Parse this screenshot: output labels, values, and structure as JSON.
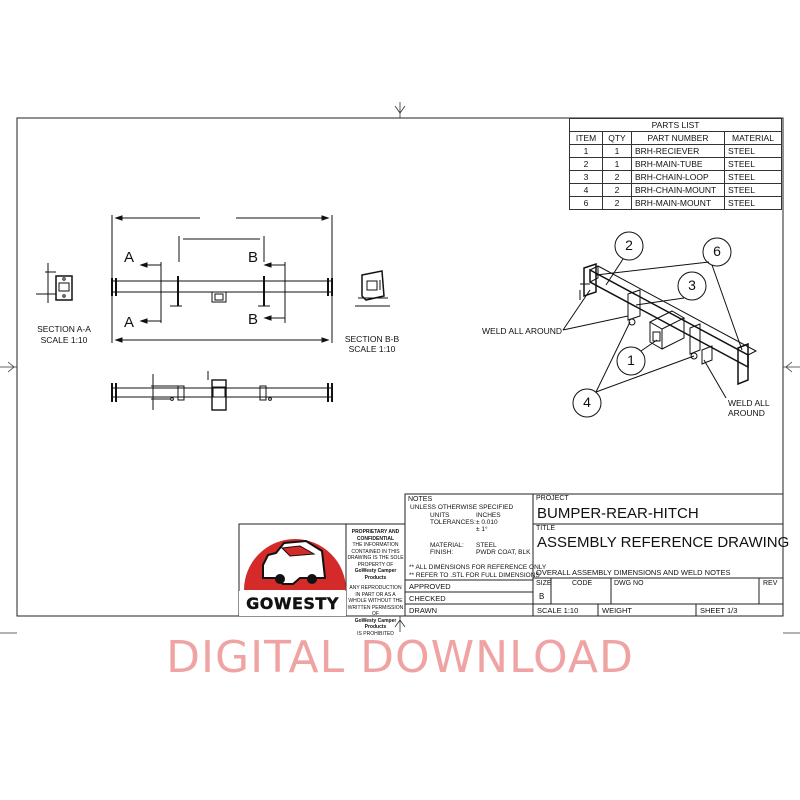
{
  "parts_list": {
    "title": "PARTS LIST",
    "headers": [
      "ITEM",
      "QTY",
      "PART NUMBER",
      "MATERIAL"
    ],
    "rows": [
      [
        "1",
        "1",
        "BRH-RECIEVER",
        "STEEL"
      ],
      [
        "2",
        "1",
        "BRH-MAIN-TUBE",
        "STEEL"
      ],
      [
        "3",
        "2",
        "BRH-CHAIN-LOOP",
        "STEEL"
      ],
      [
        "4",
        "2",
        "BRH-CHAIN-MOUNT",
        "STEEL"
      ],
      [
        "6",
        "2",
        "BRH-MAIN-MOUNT",
        "STEEL"
      ]
    ]
  },
  "views": {
    "section_aa_title": "SECTION A-A",
    "section_aa_scale": "SCALE 1:10",
    "section_bb_title": "SECTION B-B",
    "section_bb_scale": "SCALE 1:10",
    "marker_a": "A",
    "marker_b": "B"
  },
  "iso": {
    "balloons": [
      "2",
      "6",
      "3",
      "1",
      "4"
    ],
    "weld_all_around": "WELD ALL AROUND",
    "weld_all": "WELD ALL",
    "around": "AROUND"
  },
  "notes": {
    "title": "NOTES",
    "line1": "UNLESS OTHERWISE SPECIFIED",
    "units_label": "UNITS",
    "units_value": "INCHES",
    "tolerances_label": "TOLERANCES:",
    "tol1": "± 0.010",
    "tol2": "± 1°",
    "material_label": "MATERIAL:",
    "material_value": "STEEL",
    "finish_label": "FINISH:",
    "finish_value": "PWDR COAT, BLK",
    "ref1": "** ALL DIMENSIONS FOR REFERENCE ONLY",
    "ref2": "** REFER TO .STL FOR FULL DIMENSIONS"
  },
  "title_block": {
    "project_label": "PROJECT",
    "project": "BUMPER-REAR-HITCH",
    "title_label": "TITLE",
    "title": "ASSEMBLY REFERENCE DRAWING",
    "subtitle": "OVERALL ASSEMBLY DIMENSIONS AND WELD NOTES",
    "size_label": "SIZE",
    "size": "B",
    "code_label": "CODE",
    "dwg_label": "DWG NO",
    "rev_label": "REV",
    "scale": "SCALE  1:10",
    "weight": "WEIGHT",
    "sheet": "SHEET  1/3",
    "approved": "APPROVED",
    "checked": "CHECKED",
    "drawn": "DRAWN"
  },
  "proprietary": {
    "title": "PROPRIETARY AND CONFIDENTIAL",
    "p1": "THE INFORMATION CONTAINED IN THIS DRAWING IS THE SOLE PROPERTY OF",
    "company1": "GoWesty Camper Products",
    "p2": "ANY REPRODUCTION IN PART OR AS A WHOLE WITHOUT THE WRITTEN PERMISSION OF",
    "company2": "GoWesty Camper Products",
    "p3": "IS PROHIBITED"
  },
  "logo": {
    "text": "GOWESTY",
    "color": "#d42a2a"
  },
  "banner": {
    "text": "DIGITAL DOWNLOAD",
    "color": "#f0a3a3"
  }
}
